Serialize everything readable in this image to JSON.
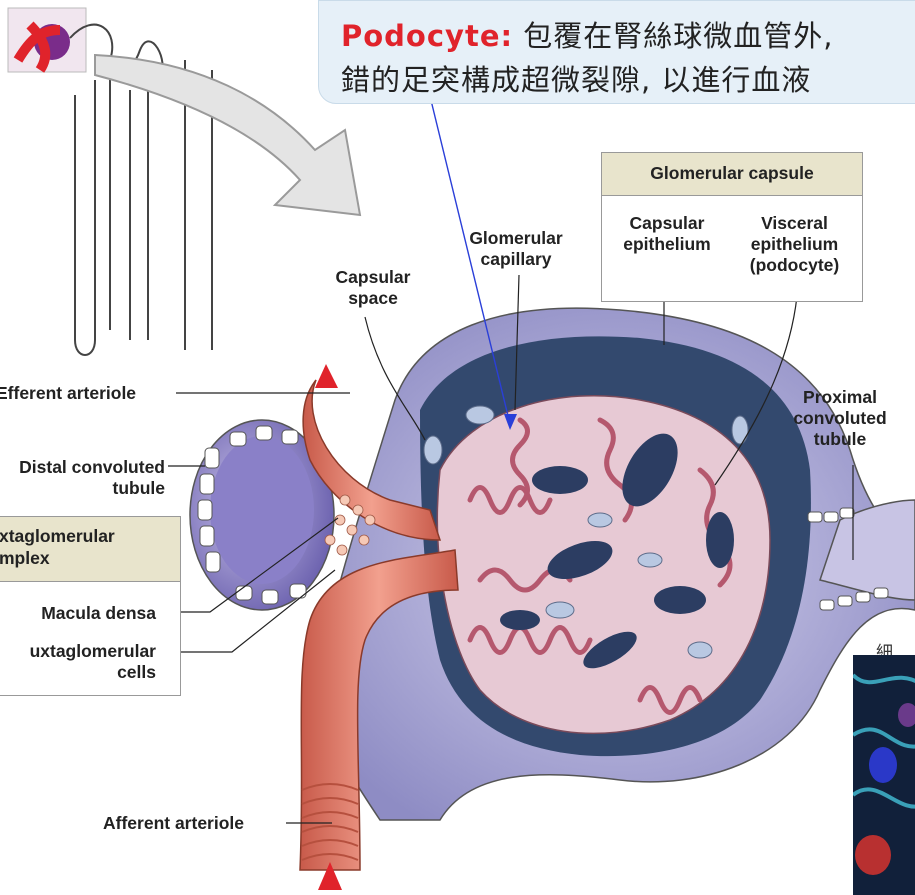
{
  "callout": {
    "term": "Podocyte:",
    "line1_rest": " 包覆在腎絲球微血管外,",
    "line2": "錯的足突構成超微裂隙, 以進行血液"
  },
  "capsule_table": {
    "title": "Glomerular capsule",
    "col1": [
      "Capsular",
      "epithelium"
    ],
    "col2": [
      "Visceral",
      "epithelium",
      "(podocyte)"
    ]
  },
  "jg_table": {
    "title": [
      "xtaglomerular",
      "mplex"
    ],
    "row1": [
      "Macula densa"
    ],
    "row2": [
      "uxtaglomerular",
      "cells"
    ]
  },
  "labels": {
    "glomerular_capillary": [
      "Glomerular",
      "capillary"
    ],
    "capsular_space": [
      "Capsular",
      "space"
    ],
    "efferent_arteriole": [
      "Efferent arteriole"
    ],
    "distal_tubule": [
      "Distal convoluted",
      "tubule"
    ],
    "proximal_tubule": [
      "Proximal",
      "convoluted",
      "tubule"
    ],
    "afferent_arteriole": [
      "Afferent arteriole"
    ]
  },
  "side_text": "細",
  "colors": {
    "capsule_wall": "#b8b6dc",
    "capsular_space": "#33496e",
    "capillary": "#d89aa8",
    "arteriole": "#e8826e",
    "arrow_red": "#e0232b",
    "pointer_blue": "#2a3fd8",
    "callout_bg": "#e6f0f8",
    "table_header": "#e8e4cc"
  }
}
